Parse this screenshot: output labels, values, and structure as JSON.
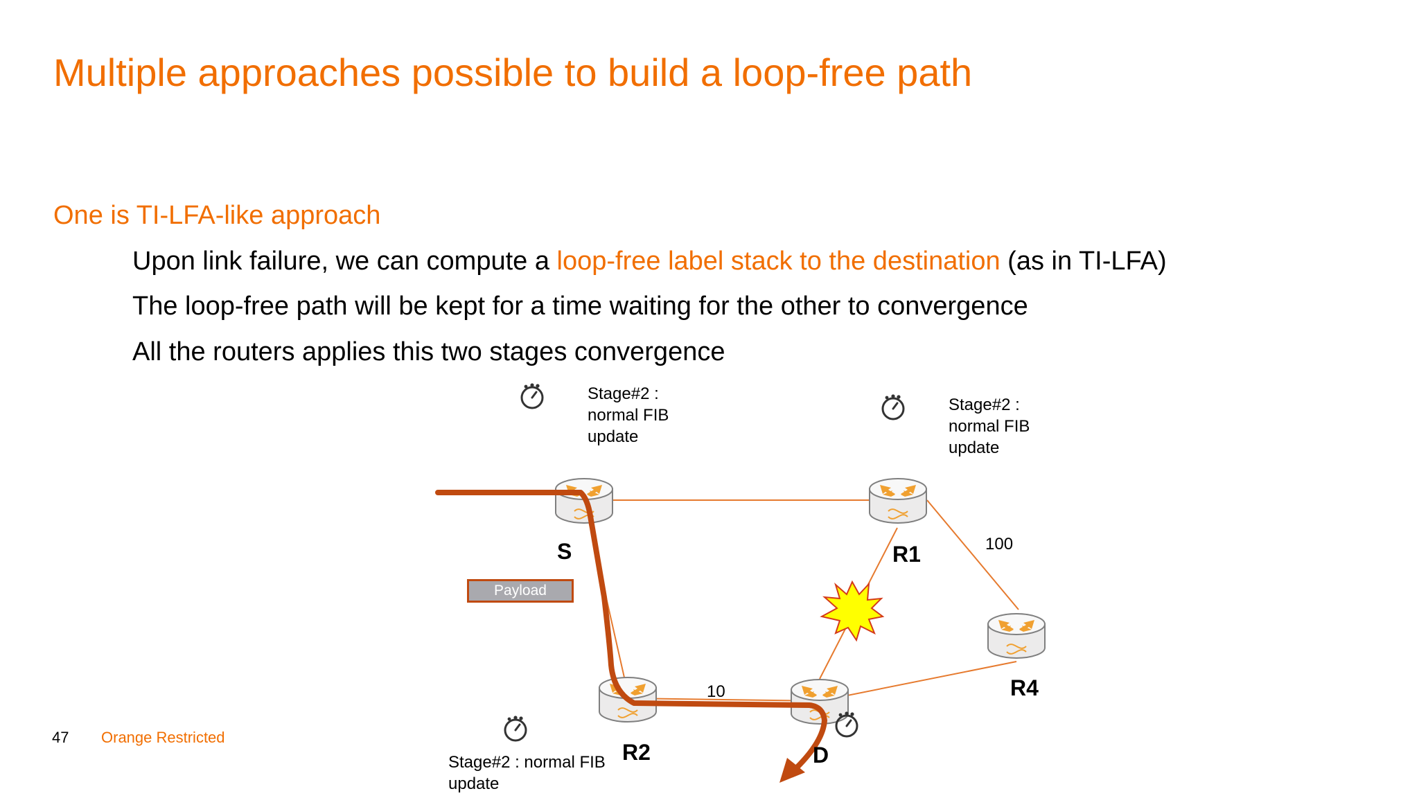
{
  "title": "Multiple approaches possible to build a loop-free path",
  "subheading": "One is TI-LFA-like approach",
  "bullets": {
    "b1_pre": "Upon link failure, we can compute a ",
    "b1_hl": "loop-free label stack to the destination",
    "b1_post": " (as in TI-LFA)",
    "b2": "The loop-free path will be kept for a time waiting for the other to convergence",
    "b3": "All the routers applies this two stages convergence"
  },
  "diagram": {
    "nodes": {
      "s": "S",
      "r1": "R1",
      "r2": "R2",
      "r4": "R4",
      "d": "D"
    },
    "metrics": {
      "r2_d": "10",
      "r1_r4": "100"
    },
    "stage_s_lines": [
      "Stage#2 :",
      "normal FIB",
      "update"
    ],
    "stage_r1_lines": [
      "Stage#2 :",
      "normal FIB",
      "update"
    ],
    "stage_r2_lines": [
      "Stage#2 : normal FIB",
      "update"
    ],
    "payload": "Payload",
    "icons": [
      "timer-icon",
      "router-icon",
      "failure-burst-icon"
    ]
  },
  "footer": {
    "page_number": "47",
    "classification": "Orange Restricted"
  },
  "colors": {
    "accent": "#f16e00",
    "path": "#c04a10",
    "link": "#e67a2e",
    "burst": "#ffff00"
  }
}
